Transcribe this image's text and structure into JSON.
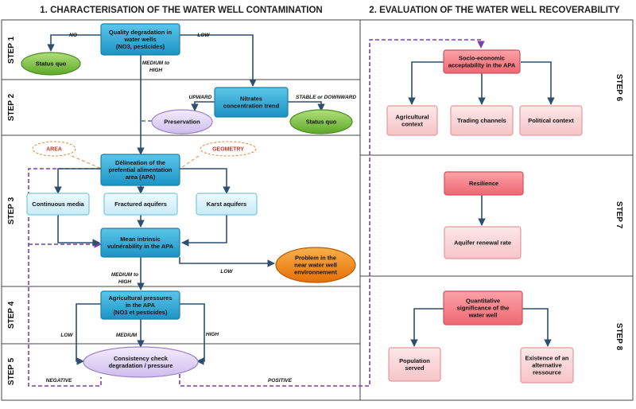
{
  "headers": {
    "left": "1. CHARACTERISATION OF THE WATER WELL CONTAMINATION",
    "right": "2. EVALUATION OF THE WATER WELL RECOVERABILITY"
  },
  "steps": {
    "s1": "STEP 1",
    "s2": "STEP 2",
    "s3": "STEP 3",
    "s4": "STEP 4",
    "s5": "STEP 5",
    "s6": "STEP 6",
    "s7": "STEP 7",
    "s8": "STEP 8"
  },
  "nodes": {
    "quality": [
      "Quality degradation in",
      "water wells",
      "(NO3, pesticides)"
    ],
    "statusQuo1": [
      "Status quo"
    ],
    "nitrates": [
      "Nitrates",
      "concentration trend"
    ],
    "preservation": [
      "Preservation"
    ],
    "statusQuo2": [
      "Status quo"
    ],
    "area": [
      "AREA"
    ],
    "geometry": [
      "GEOMETRY"
    ],
    "apa": [
      "Délineation of the",
      "prefential alimentation",
      "area (APA)"
    ],
    "continuous": [
      "Continuous media"
    ],
    "fractured": [
      "Fractured aquifers"
    ],
    "karst": [
      "Karst aquifers"
    ],
    "vulnerability": [
      "Mean intrinsic",
      "vulnérability  in the APA"
    ],
    "problem": [
      "Problem in the",
      "near water well",
      "environnement"
    ],
    "pressures": [
      "Agricultural pressures",
      "in the APA",
      "(NO3 et pesticides)"
    ],
    "consistency": [
      "Consistency check",
      "degradation / pressure"
    ],
    "socio": [
      "Socio-economic",
      "acceptability in the APA"
    ],
    "agricultural": [
      "Agricultural",
      "context"
    ],
    "trading": [
      "Trading channels"
    ],
    "political": [
      "Political context"
    ],
    "resilience": [
      "Resilience"
    ],
    "renewal": [
      "Aquifer renewal rate"
    ],
    "quantitative": [
      "Quantitative",
      "significance of the",
      "water well"
    ],
    "population": [
      "Population",
      "served"
    ],
    "existence": [
      "Existence of an",
      "alternative",
      "ressource"
    ]
  },
  "edges": {
    "no": "NO",
    "low1": "LOW",
    "mediumHigh1": [
      "MEDIUM to",
      "HIGH"
    ],
    "upward": "UPWARD",
    "stable": "STABLE or DOWNWARD",
    "low2": "LOW",
    "mediumHigh2": [
      "MEDIUM to",
      "HIGH"
    ],
    "low3": "LOW",
    "medium": "MEDIUM",
    "high": "HIGH",
    "negative": "NEGATIVE",
    "positive": "POSITIVE"
  },
  "colors": {
    "blueBox": "#2aa9d6",
    "lightBlueBox": "#d7f2fb",
    "greenEllipse": "#7cc242",
    "lilacEllipse": "#ddd0f2",
    "orangeEllipse": "#f0820e",
    "pinkBox": "#f57d86",
    "lightPinkBox": "#fbd6d8",
    "arrow": "#2f4f6f",
    "dashed": "#7b3fa6",
    "dashedOrange": "#e08a3a"
  }
}
